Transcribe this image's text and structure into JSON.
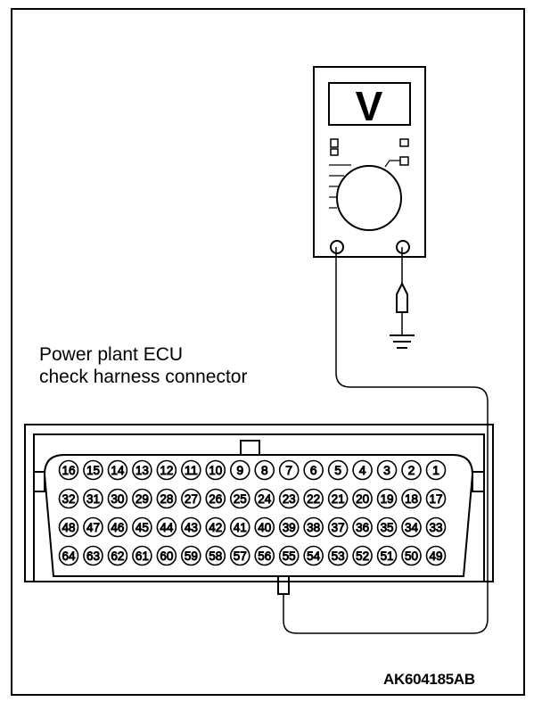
{
  "label": {
    "line1": "Power plant ECU",
    "line2": "check harness connector"
  },
  "meter": {
    "display": "V"
  },
  "figure_id": "AK604185AB",
  "connector": {
    "rows": [
      [
        "16",
        "15",
        "14",
        "13",
        "12",
        "11",
        "10",
        "9",
        "8",
        "7",
        "6",
        "5",
        "4",
        "3",
        "2",
        "1"
      ],
      [
        "32",
        "31",
        "30",
        "29",
        "28",
        "27",
        "26",
        "25",
        "24",
        "23",
        "22",
        "21",
        "20",
        "19",
        "18",
        "17"
      ],
      [
        "48",
        "47",
        "46",
        "45",
        "44",
        "43",
        "42",
        "41",
        "40",
        "39",
        "38",
        "37",
        "36",
        "35",
        "34",
        "33"
      ],
      [
        "64",
        "63",
        "62",
        "61",
        "60",
        "59",
        "58",
        "57",
        "56",
        "55",
        "54",
        "53",
        "52",
        "51",
        "50",
        "49"
      ]
    ],
    "probed_pin": "55"
  },
  "colors": {
    "line": "#000000",
    "background": "#ffffff"
  }
}
